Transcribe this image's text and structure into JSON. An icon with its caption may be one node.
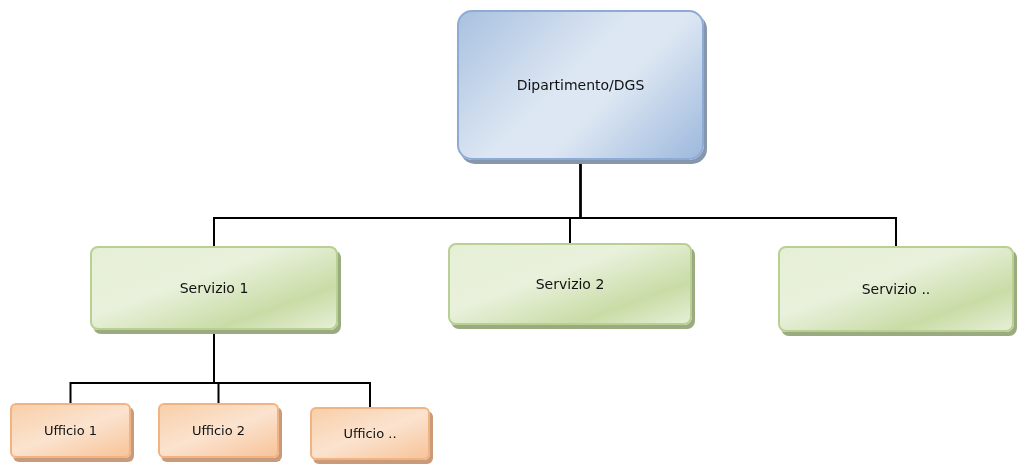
{
  "diagram": {
    "nodes": [
      {
        "text": [
          "Dipartimento/DGS"
        ]
      },
      {
        "text": [
          "Servizio 1"
        ]
      },
      {
        "text": [
          "Servizio 2"
        ]
      },
      {
        "text": [
          "Servizio .."
        ]
      },
      {
        "text": [
          "Ufficio 1"
        ]
      },
      {
        "text": [
          "Ufficio 2"
        ]
      },
      {
        "text": [
          "Ufficio .."
        ]
      }
    ],
    "edges": [
      {
        "from": 0,
        "to": 1,
        "arrow": "none"
      },
      {
        "from": 0,
        "to": 2,
        "arrow": "none"
      },
      {
        "from": 0,
        "to": 3,
        "arrow": "none"
      },
      {
        "from": 1,
        "to": 4,
        "arrow": "none"
      },
      {
        "from": 1,
        "to": 5,
        "arrow": "none"
      },
      {
        "from": 1,
        "to": 6,
        "arrow": "none"
      }
    ]
  }
}
